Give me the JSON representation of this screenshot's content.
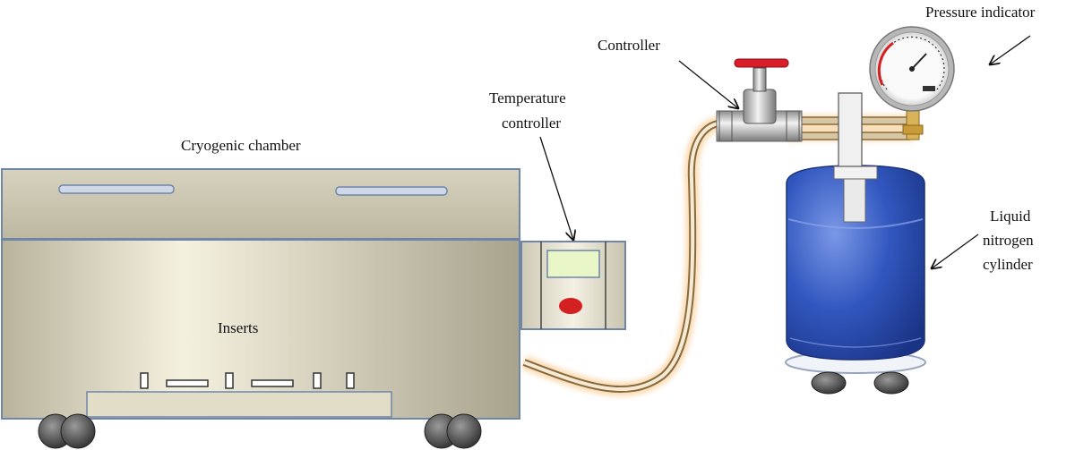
{
  "labels": {
    "cryogenic_chamber": "Cryogenic chamber",
    "inserts": "Inserts",
    "temperature_controller_line1": "Temperature",
    "temperature_controller_line2": "controller",
    "controller": "Controller",
    "pressure_indicator": "Pressure indicator",
    "liquid_nitrogen_line1": "Liquid",
    "liquid_nitrogen_line2": "nitrogen",
    "liquid_nitrogen_line3": "cylinder"
  },
  "colors": {
    "chamber_body": "#e6e0c8",
    "chamber_edge": "#6f86a8",
    "cylinder_blue": "#2d4fb0",
    "valve_handle": "#d91e2a",
    "hose_orange": "#f3a64a",
    "indicator_dot": "#d42020",
    "display_green": "#e9f7c8"
  },
  "icons": [
    "pressure-gauge-icon",
    "valve-handle-icon",
    "wheel-icon"
  ]
}
